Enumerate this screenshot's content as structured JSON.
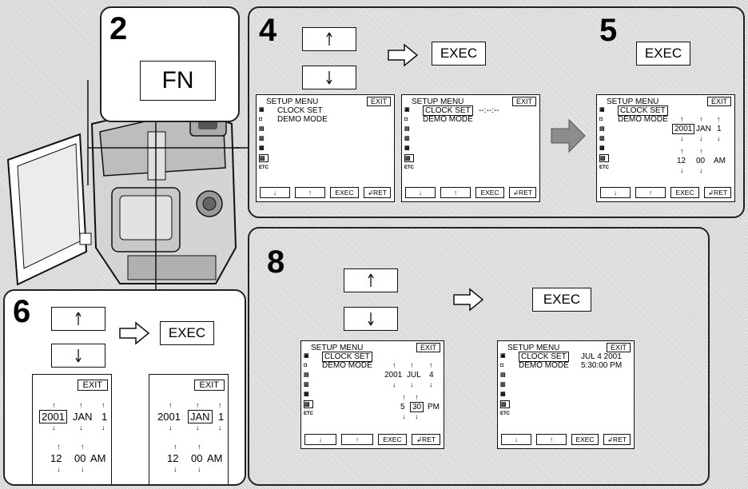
{
  "steps": {
    "s2": "2",
    "s4": "4",
    "s5": "5",
    "s6": "6",
    "s8": "8"
  },
  "buttons": {
    "fn": "FN",
    "exec": "EXEC",
    "up_icon": "up-arrow-icon",
    "down_icon": "down-arrow-icon"
  },
  "menu": {
    "title": "SETUP MENU",
    "exit": "EXIT",
    "item1": "CLOCK SET",
    "item2": "DEMO MODE",
    "blank_time": "--:--:--",
    "etc": "ETC",
    "footer": {
      "exec": "EXEC",
      "ret": "RET"
    }
  },
  "step5": {
    "year": "2001",
    "month": "JAN",
    "day": "1",
    "hour": "12",
    "minute": "00",
    "ampm": "AM"
  },
  "step6_left": {
    "exit": "EXIT",
    "year": "2001",
    "month": "JAN",
    "day": "1",
    "hour": "12",
    "minute": "00",
    "ampm": "AM"
  },
  "step6_right": {
    "exit": "EXIT",
    "year": "2001",
    "month": "JAN",
    "day": "1",
    "hour": "12",
    "minute": "00",
    "ampm": "AM"
  },
  "step8_a": {
    "year": "2001",
    "month": "JUL",
    "day": "4",
    "hour": "5",
    "minute": "30",
    "ampm": "PM"
  },
  "step8_b": {
    "date": "JUL 4 2001",
    "time": "5:30:00 PM"
  }
}
